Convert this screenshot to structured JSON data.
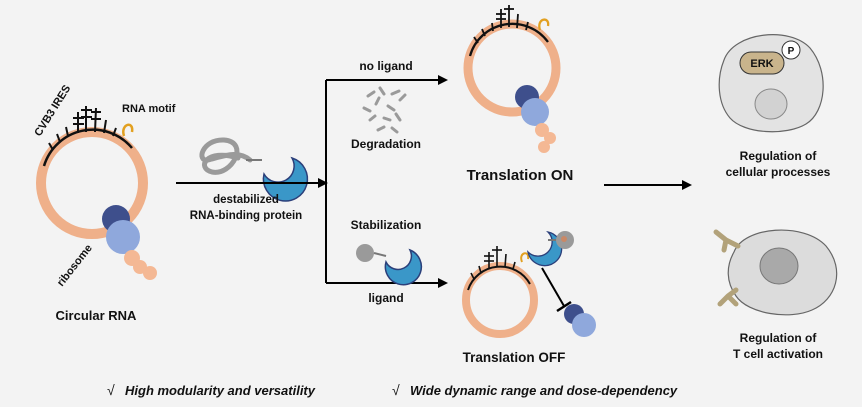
{
  "left": {
    "ires_label": "CVB3 IRES",
    "motif_label": "RNA motif",
    "ribosome_label": "ribosome",
    "title": "Circular RNA"
  },
  "middle": {
    "protein_label_line1": "destabilized",
    "protein_label_line2": "RNA-binding protein"
  },
  "top_branch": {
    "condition": "no ligand",
    "process": "Degradation",
    "result": "Translation ON",
    "result_color": "#e0302a"
  },
  "bottom_branch": {
    "process": "Stabilization",
    "condition": "ligand",
    "result": "Translation OFF"
  },
  "right": {
    "erk_label": "ERK",
    "phospho_label": "P",
    "cell1_line1": "Regulation of",
    "cell1_line2": "cellular processes",
    "cell2_line1": "Regulation of",
    "cell2_line2": "T cell activation"
  },
  "footer": {
    "check_symbol": "√",
    "point1": "High modularity and versatility",
    "point2": "Wide dynamic range and dose-dependency"
  },
  "colors": {
    "rna_ring": "#efb08a",
    "ribosome_small": "#3e4f8c",
    "ribosome_large": "#8fa8dc",
    "protein_blue": "#3a97c8",
    "ligand_gray": "#a2a2a2",
    "motif_orange": "#e2a020",
    "cell_fill": "#e3e3e3",
    "erk_fill": "#c9b48c",
    "receptor": "#b2a27a"
  }
}
